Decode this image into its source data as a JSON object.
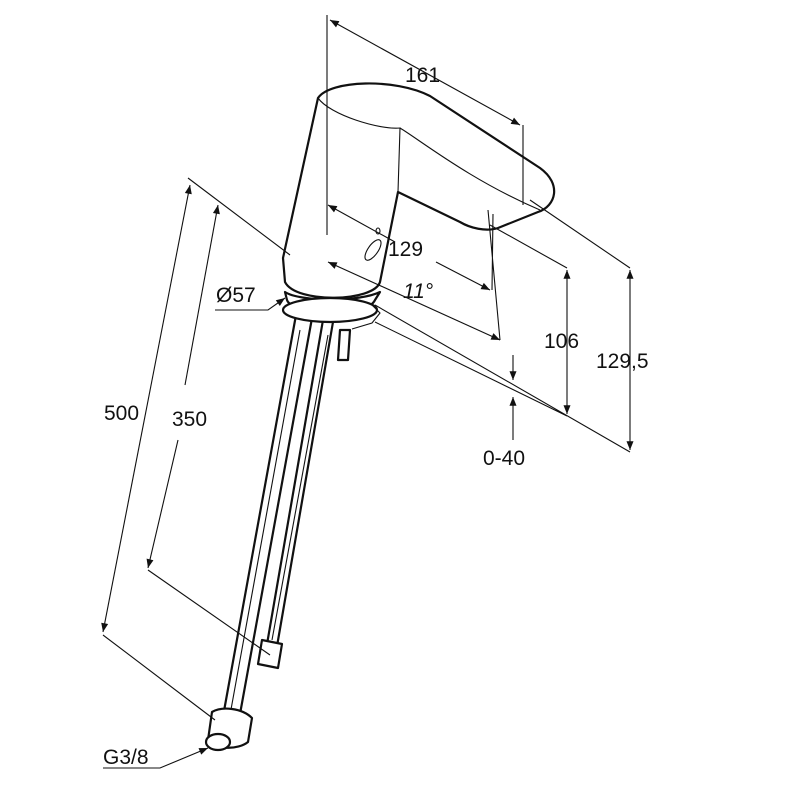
{
  "title": "Faucet technical drawing",
  "dimensions": {
    "spout_length": "161",
    "spout_reach": "129",
    "angle": "11°",
    "base_diameter": "Ø57",
    "height_spout": "106",
    "height_total": "129,5",
    "counter_thickness": "0-40",
    "hose_length_total": "500",
    "hose_length_inner": "350",
    "thread": "G3/8"
  },
  "colors": {
    "line": "#111111",
    "background": "#ffffff"
  }
}
